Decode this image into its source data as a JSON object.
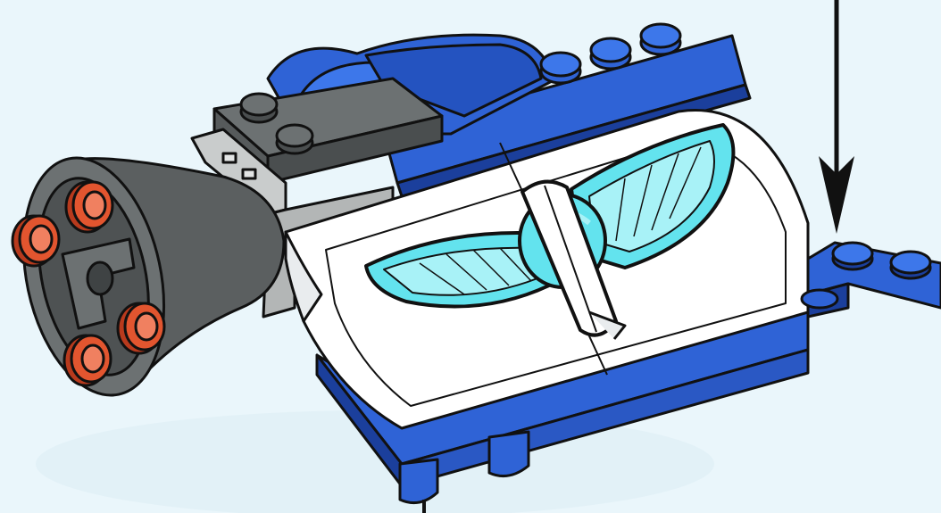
{
  "illustration": {
    "colors": {
      "background": "#eaf6fb",
      "brick_blue": "#2f63d6",
      "brick_blue_dark": "#1b3f9c",
      "white": "#ffffff",
      "dark_gray": "#5b5f60",
      "light_gray": "#c9cccc",
      "trans_orange": "#e2552f",
      "emblem_cyan": "#63e3ee",
      "emblem_cyan_light": "#a8f2f7",
      "outline": "#111111"
    },
    "parts": [
      "cone-engine",
      "rear-orange-studs",
      "gray-bracket",
      "dark-gray-plate",
      "blue-slope-top",
      "white-curved-panel",
      "wing-emblem-decal",
      "blue-base-plate",
      "hinge-plate-right",
      "placement-arrow"
    ]
  }
}
